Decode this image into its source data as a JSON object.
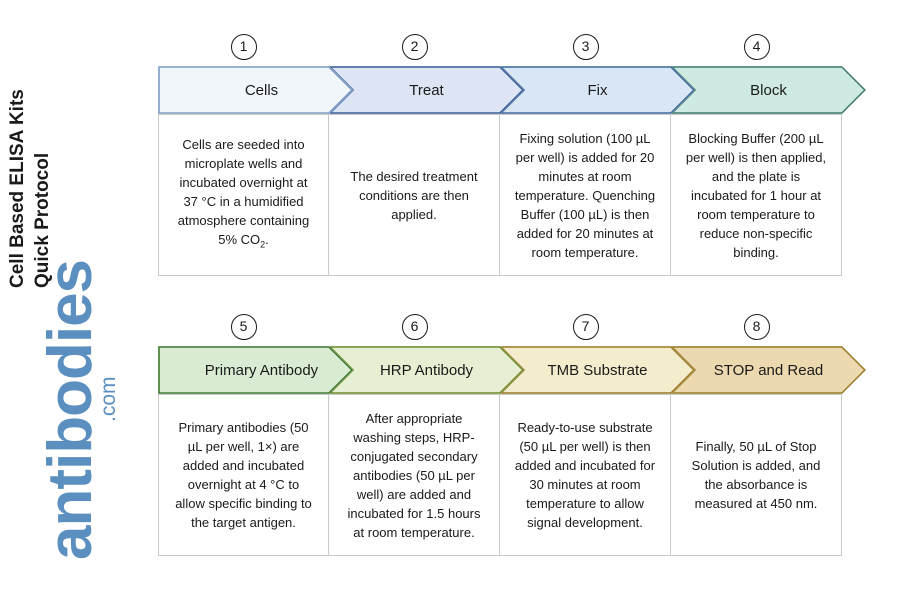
{
  "title": {
    "line1": "Cell Based ELISA Kits",
    "line2": "Quick Protocol"
  },
  "brand": {
    "name": "antibodies",
    "tld": ".com",
    "color": "#5b8fc0"
  },
  "chart_data": {
    "type": "table",
    "title": "Cell Based ELISA Kits Quick Protocol",
    "layout": "two rows of four chevron process steps, each with a description box below",
    "rows": [
      {
        "row_index": 1,
        "steps": [
          {
            "number": "1",
            "label": "Cells",
            "fill": "#f1f6fb",
            "border": "#7d9dc4",
            "description": "Cells are seeded into microplate wells and incubated overnight at 37 °C in a humidified atmosphere containing 5% CO₂."
          },
          {
            "number": "2",
            "label": "Treat",
            "fill": "#dde5f5",
            "border": "#3c5f96",
            "description": "The desired treatment conditions are then applied."
          },
          {
            "number": "3",
            "label": "Fix",
            "fill": "#d9e6f5",
            "border": "#3f6a9c",
            "description": "Fixing solution (100 µL per well) is added for 20 minutes at room temperature. Quenching Buffer (100 µL) is then added for 20 minutes at room temperature."
          },
          {
            "number": "4",
            "label": "Block",
            "fill": "#cfeae2",
            "border": "#417a73",
            "description": "Blocking Buffer (200 µL per well) is then applied, and the plate is incubated for 1 hour at room temperature to reduce non-specific binding."
          }
        ]
      },
      {
        "row_index": 2,
        "steps": [
          {
            "number": "5",
            "label": "Primary Antibody",
            "fill": "#d9ecd3",
            "border": "#3f7d34",
            "description": "Primary antibodies (50 µL per well, 1×) are added and incubated overnight at 4 °C to allow specific binding to the target antigen."
          },
          {
            "number": "6",
            "label": "HRP Antibody",
            "fill": "#e7efd2",
            "border": "#6d8a2e",
            "description": "After appropriate washing steps, HRP-conjugated secondary antibodies (50 µL per well) are added and incubated for 1.5 hours at room temperature."
          },
          {
            "number": "7",
            "label": "TMB Substrate",
            "fill": "#f4edcd",
            "border": "#9a7c2b",
            "description": "Ready-to-use substrate (50 µL per well) is then added and incubated for 30 minutes at room temperature to allow signal development."
          },
          {
            "number": "8",
            "label": "STOP and Read",
            "fill": "#ecd9b0",
            "border": "#9a7c2b",
            "description": "Finally, 50 µL of Stop Solution is added, and the absorbance is measured at 450 nm."
          }
        ]
      }
    ]
  }
}
